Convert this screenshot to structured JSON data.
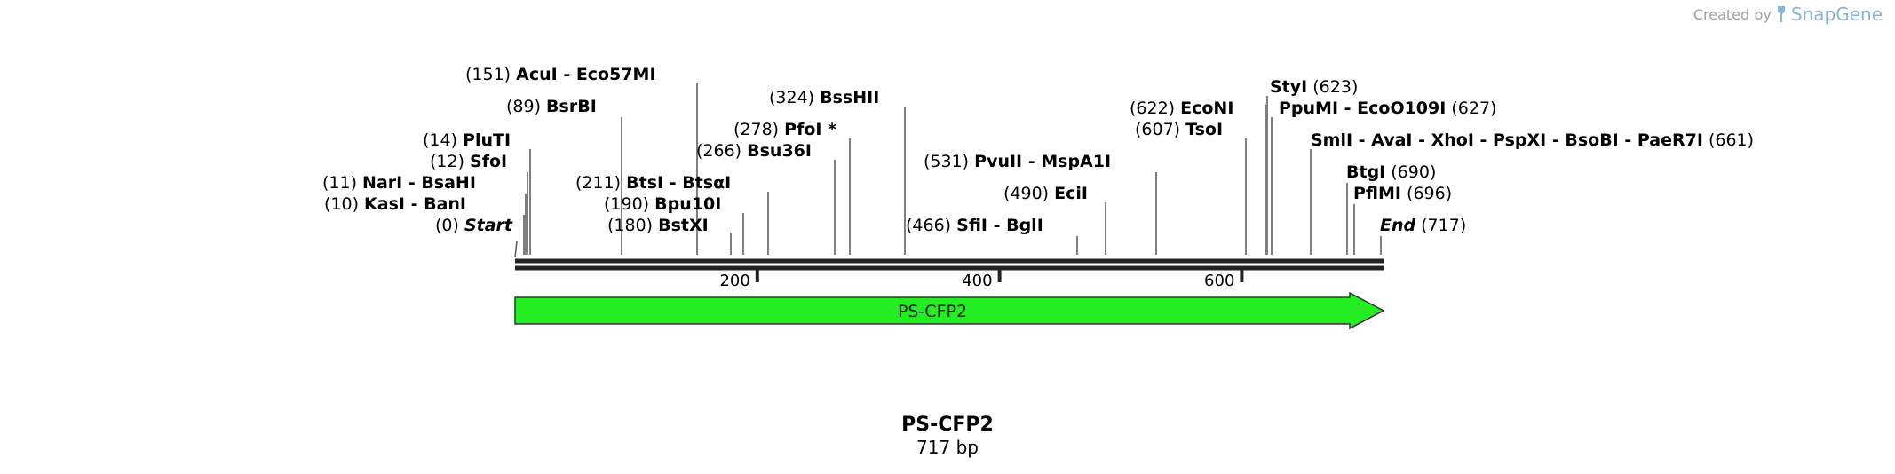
{
  "watermark": {
    "prefix": "Created by",
    "brand": "SnapGene",
    "icon": "snapgene-logo-icon"
  },
  "sequence": {
    "name": "PS-CFP2",
    "length_label": "717 bp",
    "length": 717
  },
  "colors": {
    "feature_fill": "#22ee22",
    "feature_stroke": "#333333",
    "backbone": "#222222"
  },
  "ticks": [
    {
      "pos": 200,
      "label": "200"
    },
    {
      "pos": 400,
      "label": "400"
    },
    {
      "pos": 600,
      "label": "600"
    }
  ],
  "feature": {
    "label": "PS-CFP2",
    "start": 0,
    "end": 717,
    "direction": "forward"
  },
  "sites": [
    {
      "pos": "(0)",
      "bp": 0,
      "names": [
        "Start"
      ],
      "italic": true
    },
    {
      "pos": "(10)",
      "bp": 10,
      "names": [
        "KasI",
        "BanI"
      ]
    },
    {
      "pos": "(11)",
      "bp": 11,
      "names": [
        "NarI",
        "BsaHI"
      ]
    },
    {
      "pos": "(12)",
      "bp": 12,
      "names": [
        "SfoI"
      ]
    },
    {
      "pos": "(14)",
      "bp": 14,
      "names": [
        "PluTI"
      ]
    },
    {
      "pos": "(89)",
      "bp": 89,
      "names": [
        "BsrBI"
      ]
    },
    {
      "pos": "(151)",
      "bp": 151,
      "names": [
        "AcuI",
        "Eco57MI"
      ]
    },
    {
      "pos": "(180)",
      "bp": 180,
      "names": [
        "BstXI"
      ]
    },
    {
      "pos": "(190)",
      "bp": 190,
      "names": [
        "Bpu10I"
      ]
    },
    {
      "pos": "(211)",
      "bp": 211,
      "names": [
        "BtsI",
        "BtsαI"
      ]
    },
    {
      "pos": "(266)",
      "bp": 266,
      "names": [
        "Bsu36I"
      ]
    },
    {
      "pos": "(278)",
      "bp": 278,
      "names": [
        "PfoI *"
      ]
    },
    {
      "pos": "(324)",
      "bp": 324,
      "names": [
        "BssHII"
      ]
    },
    {
      "pos": "(466)",
      "bp": 466,
      "names": [
        "SfiI",
        "BglI"
      ]
    },
    {
      "pos": "(490)",
      "bp": 490,
      "names": [
        "EciI"
      ]
    },
    {
      "pos": "(531)",
      "bp": 531,
      "names": [
        "PvuII",
        "MspA1I"
      ]
    },
    {
      "pos": "(607)",
      "bp": 607,
      "names": [
        "TsoI"
      ]
    },
    {
      "pos": "(622)",
      "bp": 622,
      "names": [
        "EcoNI"
      ]
    },
    {
      "pos": "(623)",
      "bp": 623,
      "names": [
        "StyI"
      ]
    },
    {
      "pos": "(627)",
      "bp": 627,
      "names": [
        "PpuMI",
        "EcoO109I"
      ]
    },
    {
      "pos": "(661)",
      "bp": 661,
      "names": [
        "SmlI",
        "AvaI",
        "XhoI",
        "PspXI",
        "BsoBI",
        "PaeR7I"
      ]
    },
    {
      "pos": "(690)",
      "bp": 690,
      "names": [
        "BtgI"
      ]
    },
    {
      "pos": "(696)",
      "bp": 696,
      "names": [
        "PflMI"
      ]
    },
    {
      "pos": "(717)",
      "bp": 717,
      "names": [
        "End"
      ],
      "italic": true
    }
  ]
}
